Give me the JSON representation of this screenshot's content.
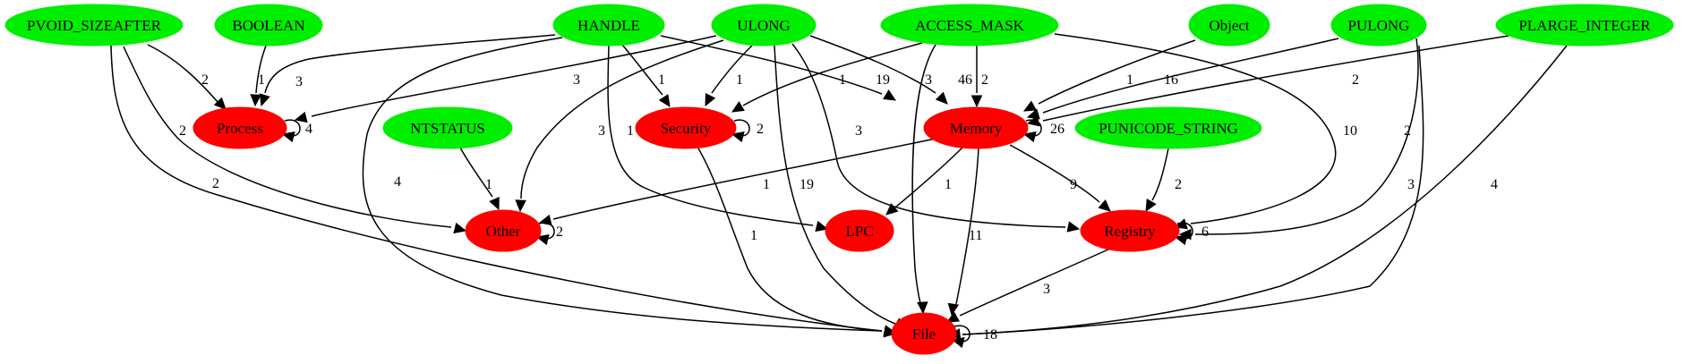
{
  "colors": {
    "type_node": "#00ee00",
    "category_node": "#ff0000",
    "edge": "#000000",
    "background": "#ffffff"
  },
  "nodes": [
    {
      "id": "PVOID_SIZEAFTER",
      "label": "PVOID_SIZEAFTER",
      "kind": "type"
    },
    {
      "id": "BOOLEAN",
      "label": "BOOLEAN",
      "kind": "type"
    },
    {
      "id": "HANDLE",
      "label": "HANDLE",
      "kind": "type"
    },
    {
      "id": "ULONG",
      "label": "ULONG",
      "kind": "type"
    },
    {
      "id": "ACCESS_MASK",
      "label": "ACCESS_MASK",
      "kind": "type"
    },
    {
      "id": "Object",
      "label": "Object",
      "kind": "type"
    },
    {
      "id": "PULONG",
      "label": "PULONG",
      "kind": "type"
    },
    {
      "id": "PLARGE_INTEGER",
      "label": "PLARGE_INTEGER",
      "kind": "type"
    },
    {
      "id": "NTSTATUS",
      "label": "NTSTATUS",
      "kind": "type"
    },
    {
      "id": "PUNICODE_STRING",
      "label": "PUNICODE_STRING",
      "kind": "type"
    },
    {
      "id": "Process",
      "label": "Process",
      "kind": "category"
    },
    {
      "id": "Security",
      "label": "Security",
      "kind": "category"
    },
    {
      "id": "Memory",
      "label": "Memory",
      "kind": "category"
    },
    {
      "id": "Other",
      "label": "Other",
      "kind": "category"
    },
    {
      "id": "LPC",
      "label": "LPC",
      "kind": "category"
    },
    {
      "id": "Registry",
      "label": "Registry",
      "kind": "category"
    },
    {
      "id": "File",
      "label": "File",
      "kind": "category"
    }
  ],
  "edges": [
    {
      "from": "PVOID_SIZEAFTER",
      "to": "Process",
      "label": "2"
    },
    {
      "from": "PVOID_SIZEAFTER",
      "to": "Other",
      "label": "2"
    },
    {
      "from": "PVOID_SIZEAFTER",
      "to": "File",
      "label": "2"
    },
    {
      "from": "BOOLEAN",
      "to": "Process",
      "label": "1"
    },
    {
      "from": "HANDLE",
      "to": "Process",
      "label": "3"
    },
    {
      "from": "HANDLE",
      "to": "File",
      "label": "4"
    },
    {
      "from": "HANDLE",
      "to": "Security",
      "label": "1"
    },
    {
      "from": "HANDLE",
      "to": "LPC",
      "label": "1"
    },
    {
      "from": "HANDLE",
      "to": "Memory",
      "label": "19"
    },
    {
      "from": "ULONG",
      "to": "Process",
      "label": "3"
    },
    {
      "from": "ULONG",
      "to": "Other",
      "label": "3"
    },
    {
      "from": "ULONG",
      "to": "Security",
      "label": "1"
    },
    {
      "from": "ULONG",
      "to": "File",
      "label": "19"
    },
    {
      "from": "ULONG",
      "to": "Registry",
      "label": "3"
    },
    {
      "from": "ULONG",
      "to": "Memory",
      "label": "46"
    },
    {
      "from": "ACCESS_MASK",
      "to": "Security",
      "label": "1"
    },
    {
      "from": "ACCESS_MASK",
      "to": "File",
      "label": "3"
    },
    {
      "from": "ACCESS_MASK",
      "to": "Memory",
      "label": "2"
    },
    {
      "from": "ACCESS_MASK",
      "to": "Registry",
      "label": "10"
    },
    {
      "from": "Object",
      "to": "Memory",
      "label": "1"
    },
    {
      "from": "PULONG",
      "to": "Memory",
      "label": "16"
    },
    {
      "from": "PULONG",
      "to": "Registry",
      "label": "2"
    },
    {
      "from": "PULONG",
      "to": "File",
      "label": "3"
    },
    {
      "from": "PLARGE_INTEGER",
      "to": "Memory",
      "label": "2"
    },
    {
      "from": "PLARGE_INTEGER",
      "to": "File",
      "label": "4"
    },
    {
      "from": "NTSTATUS",
      "to": "Other",
      "label": "1"
    },
    {
      "from": "PUNICODE_STRING",
      "to": "Registry",
      "label": "2"
    },
    {
      "from": "Process",
      "to": "Process",
      "label": "4"
    },
    {
      "from": "Security",
      "to": "Security",
      "label": "2"
    },
    {
      "from": "Security",
      "to": "File",
      "label": "1"
    },
    {
      "from": "Memory",
      "to": "Memory",
      "label": "26"
    },
    {
      "from": "Memory",
      "to": "Other",
      "label": "1"
    },
    {
      "from": "Memory",
      "to": "LPC",
      "label": "1"
    },
    {
      "from": "Memory",
      "to": "File",
      "label": "11"
    },
    {
      "from": "Memory",
      "to": "Registry",
      "label": "9"
    },
    {
      "from": "Other",
      "to": "Other",
      "label": "2"
    },
    {
      "from": "Registry",
      "to": "Registry",
      "label": "6"
    },
    {
      "from": "Registry",
      "to": "File",
      "label": "3"
    },
    {
      "from": "File",
      "to": "File",
      "label": "18"
    }
  ]
}
